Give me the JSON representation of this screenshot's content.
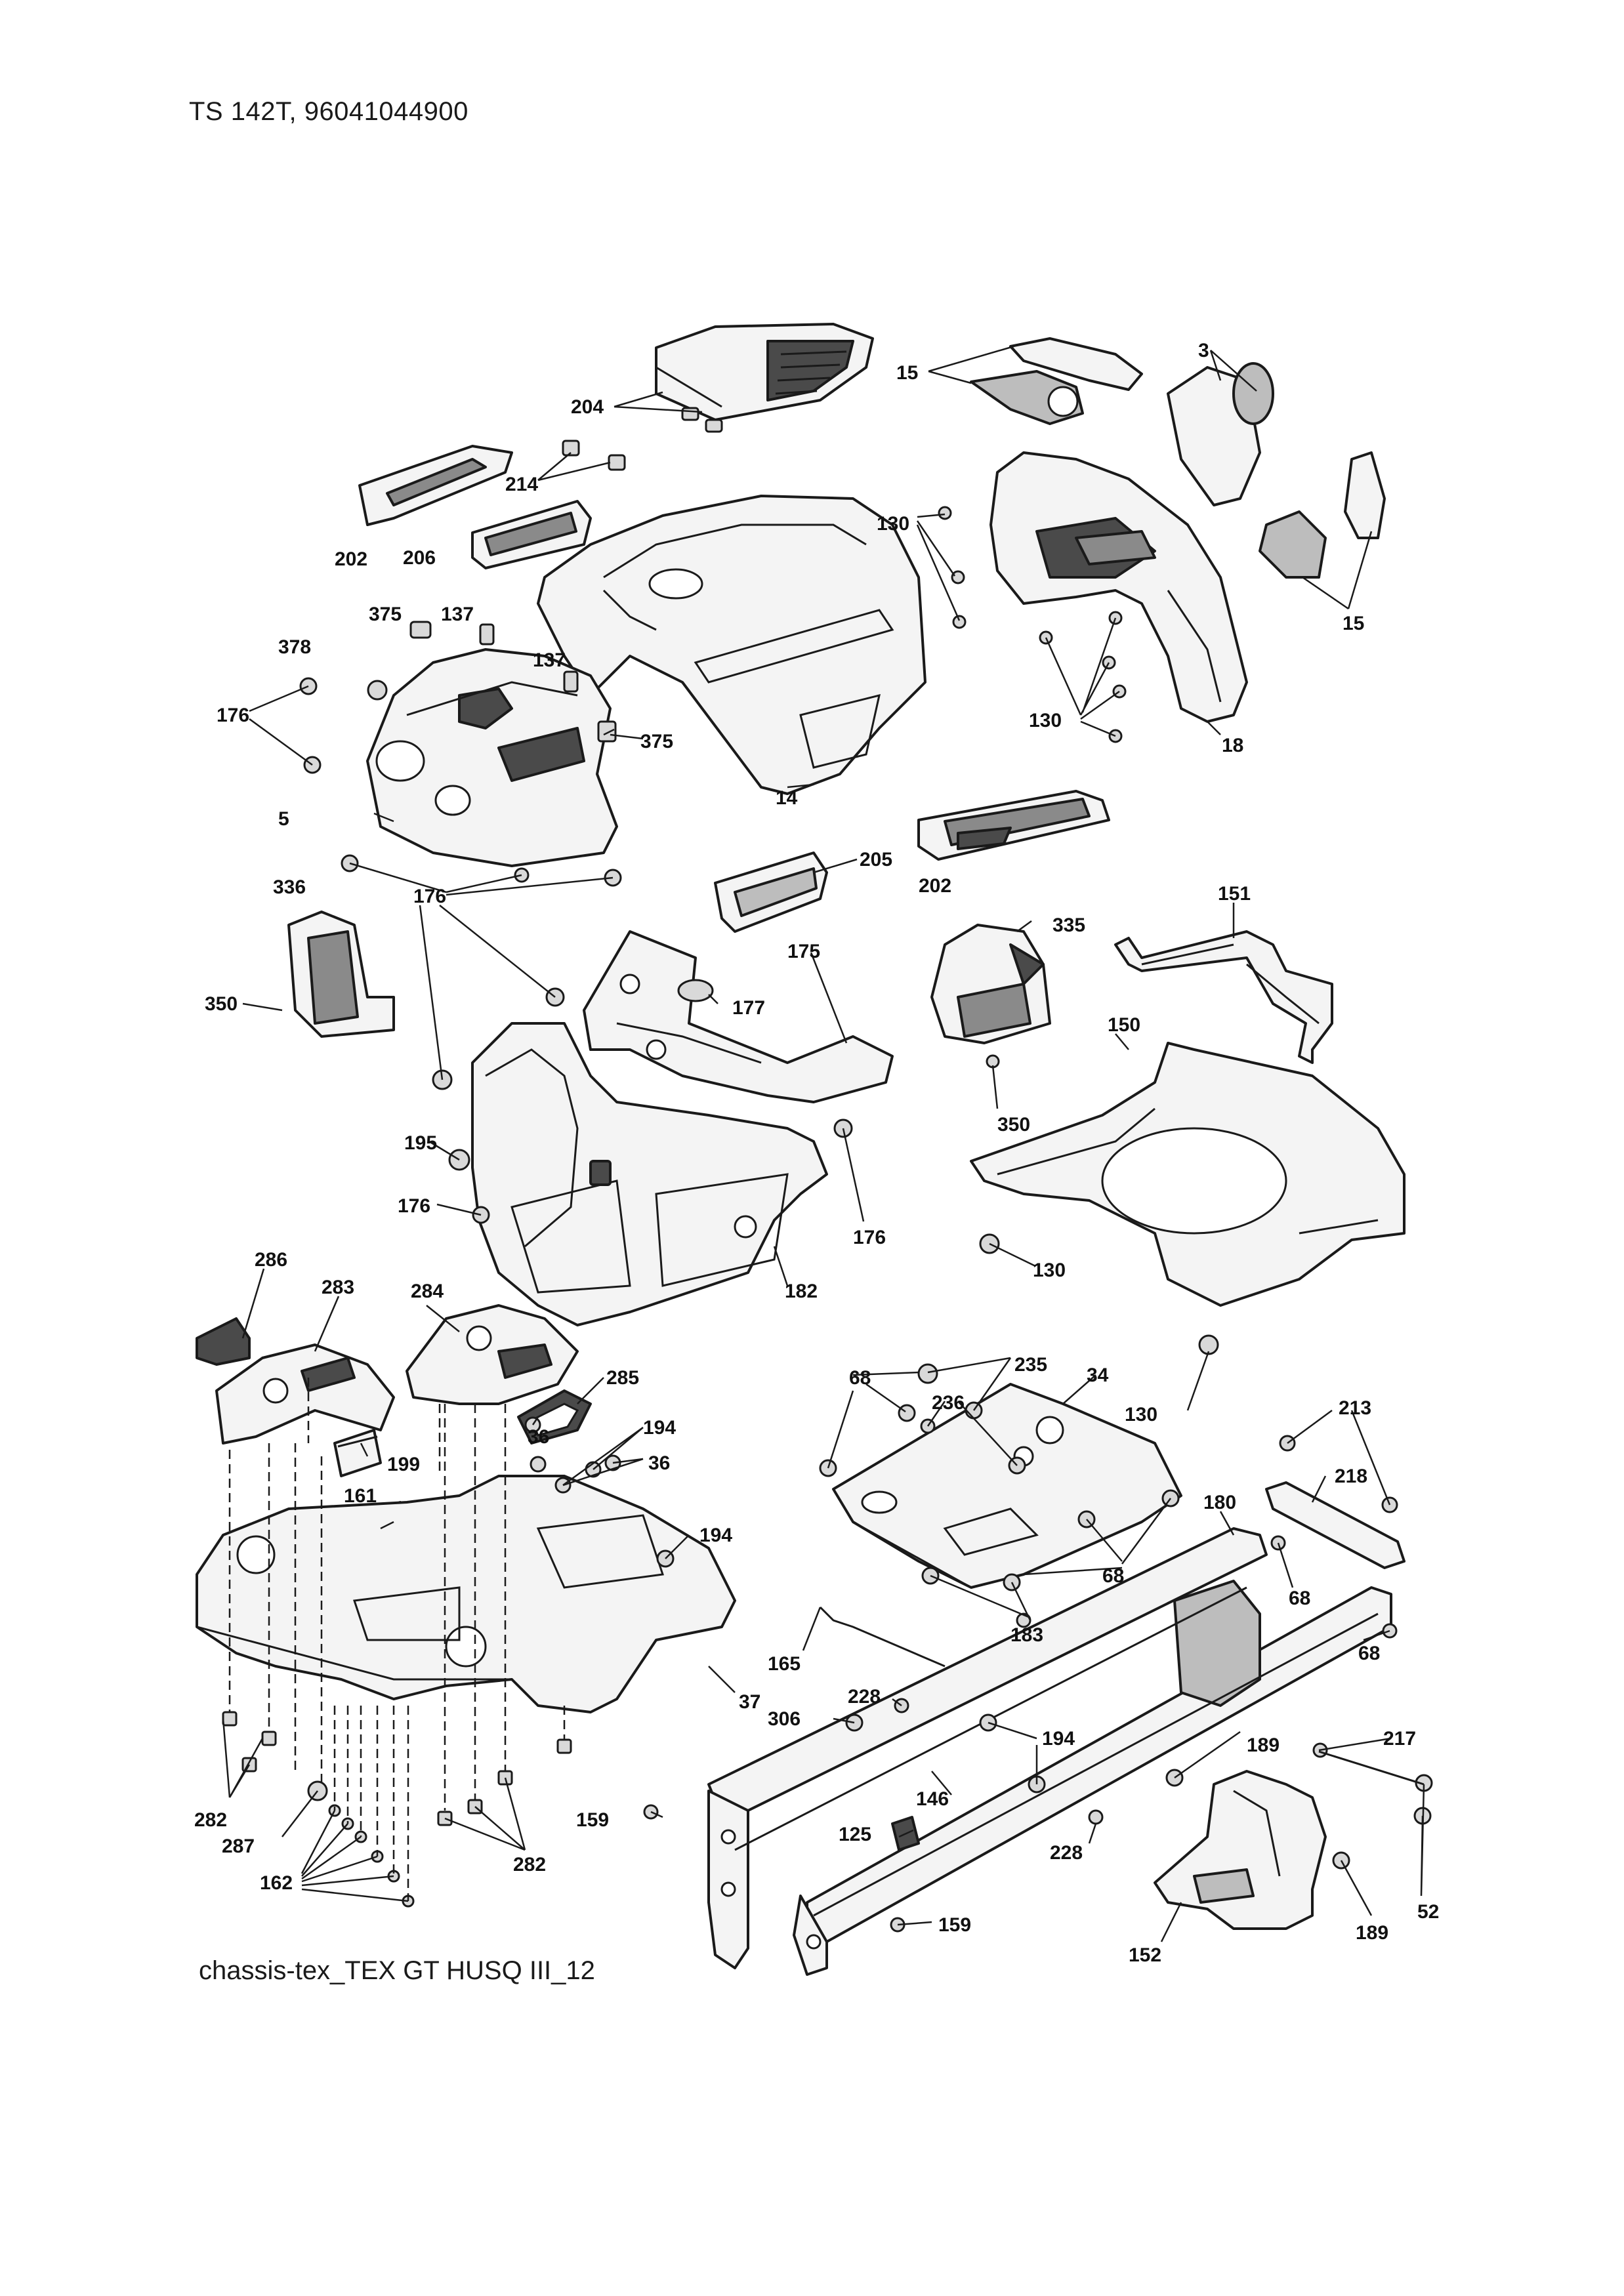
{
  "header": {
    "title": "TS 142T, 96041044900"
  },
  "footer": {
    "caption": "chassis-tex_TEX GT HUSQ III_12"
  },
  "callouts": [
    {
      "id": "c-3",
      "label": "3"
    },
    {
      "id": "c-15a",
      "label": "15"
    },
    {
      "id": "c-15b",
      "label": "15"
    },
    {
      "id": "c-204",
      "label": "204"
    },
    {
      "id": "c-214",
      "label": "214"
    },
    {
      "id": "c-202a",
      "label": "202"
    },
    {
      "id": "c-206",
      "label": "206"
    },
    {
      "id": "c-130a",
      "label": "130"
    },
    {
      "id": "c-130b",
      "label": "130"
    },
    {
      "id": "c-18",
      "label": "18"
    },
    {
      "id": "c-375a",
      "label": "375"
    },
    {
      "id": "c-137a",
      "label": "137"
    },
    {
      "id": "c-137b",
      "label": "137"
    },
    {
      "id": "c-378",
      "label": "378"
    },
    {
      "id": "c-176a",
      "label": "176"
    },
    {
      "id": "c-375b",
      "label": "375"
    },
    {
      "id": "c-14",
      "label": "14"
    },
    {
      "id": "c-5",
      "label": "5"
    },
    {
      "id": "c-202b",
      "label": "202"
    },
    {
      "id": "c-205",
      "label": "205"
    },
    {
      "id": "c-176b",
      "label": "176"
    },
    {
      "id": "c-336",
      "label": "336"
    },
    {
      "id": "c-335",
      "label": "335"
    },
    {
      "id": "c-151",
      "label": "151"
    },
    {
      "id": "c-175",
      "label": "175"
    },
    {
      "id": "c-177",
      "label": "177"
    },
    {
      "id": "c-350a",
      "label": "350"
    },
    {
      "id": "c-150",
      "label": "150"
    },
    {
      "id": "c-350b",
      "label": "350"
    },
    {
      "id": "c-195",
      "label": "195"
    },
    {
      "id": "c-176c",
      "label": "176"
    },
    {
      "id": "c-176d",
      "label": "176"
    },
    {
      "id": "c-130c",
      "label": "130"
    },
    {
      "id": "c-182",
      "label": "182"
    },
    {
      "id": "c-286",
      "label": "286"
    },
    {
      "id": "c-283",
      "label": "283"
    },
    {
      "id": "c-284",
      "label": "284"
    },
    {
      "id": "c-285",
      "label": "285"
    },
    {
      "id": "c-68a",
      "label": "68"
    },
    {
      "id": "c-235",
      "label": "235"
    },
    {
      "id": "c-236",
      "label": "236"
    },
    {
      "id": "c-34",
      "label": "34"
    },
    {
      "id": "c-130d",
      "label": "130"
    },
    {
      "id": "c-213",
      "label": "213"
    },
    {
      "id": "c-36a",
      "label": "36"
    },
    {
      "id": "c-194a",
      "label": "194"
    },
    {
      "id": "c-199",
      "label": "199"
    },
    {
      "id": "c-36b",
      "label": "36"
    },
    {
      "id": "c-218",
      "label": "218"
    },
    {
      "id": "c-161",
      "label": "161"
    },
    {
      "id": "c-194b",
      "label": "194"
    },
    {
      "id": "c-180",
      "label": "180"
    },
    {
      "id": "c-68b",
      "label": "68"
    },
    {
      "id": "c-68c",
      "label": "68"
    },
    {
      "id": "c-183",
      "label": "183"
    },
    {
      "id": "c-68d",
      "label": "68"
    },
    {
      "id": "c-165",
      "label": "165"
    },
    {
      "id": "c-37",
      "label": "37"
    },
    {
      "id": "c-228a",
      "label": "228"
    },
    {
      "id": "c-306",
      "label": "306"
    },
    {
      "id": "c-194c",
      "label": "194"
    },
    {
      "id": "c-217",
      "label": "217"
    },
    {
      "id": "c-189a",
      "label": "189"
    },
    {
      "id": "c-146",
      "label": "146"
    },
    {
      "id": "c-282a",
      "label": "282"
    },
    {
      "id": "c-159a",
      "label": "159"
    },
    {
      "id": "c-125",
      "label": "125"
    },
    {
      "id": "c-287",
      "label": "287"
    },
    {
      "id": "c-228b",
      "label": "228"
    },
    {
      "id": "c-282b",
      "label": "282"
    },
    {
      "id": "c-162",
      "label": "162"
    },
    {
      "id": "c-52",
      "label": "52"
    },
    {
      "id": "c-159b",
      "label": "159"
    },
    {
      "id": "c-189b",
      "label": "189"
    },
    {
      "id": "c-152",
      "label": "152"
    }
  ]
}
